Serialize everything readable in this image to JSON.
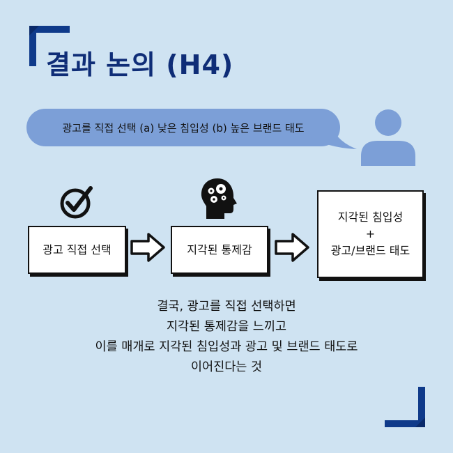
{
  "title": "결과 논의 (H4)",
  "question": "광고를 직접 선택 (a) 낮은 침입성 (b) 높은 브랜드 태도",
  "flow": {
    "step1": "광고 직접 선택",
    "step2": "지각된 통제감",
    "step3_line1": "지각된 침입성",
    "step3_plus": "+",
    "step3_line2": "광고/브랜드 태도"
  },
  "conclusion": {
    "line1": "결국, 광고를 직접 선택하면",
    "line2": "지각된 통제감을 느끼고",
    "line3": "이를 매개로 지각된 침입성과 광고 및 브랜드 태도로",
    "line4": "이어진다는 것"
  },
  "colors": {
    "background": "#cfe3f2",
    "accent": "#0f2d77",
    "bubble": "#7c9fd7",
    "person": "#7c9fd7"
  },
  "icons": [
    "corner-bracket-icon",
    "user-icon",
    "checkmark-circle-icon",
    "head-gears-icon",
    "right-arrow-icon"
  ]
}
